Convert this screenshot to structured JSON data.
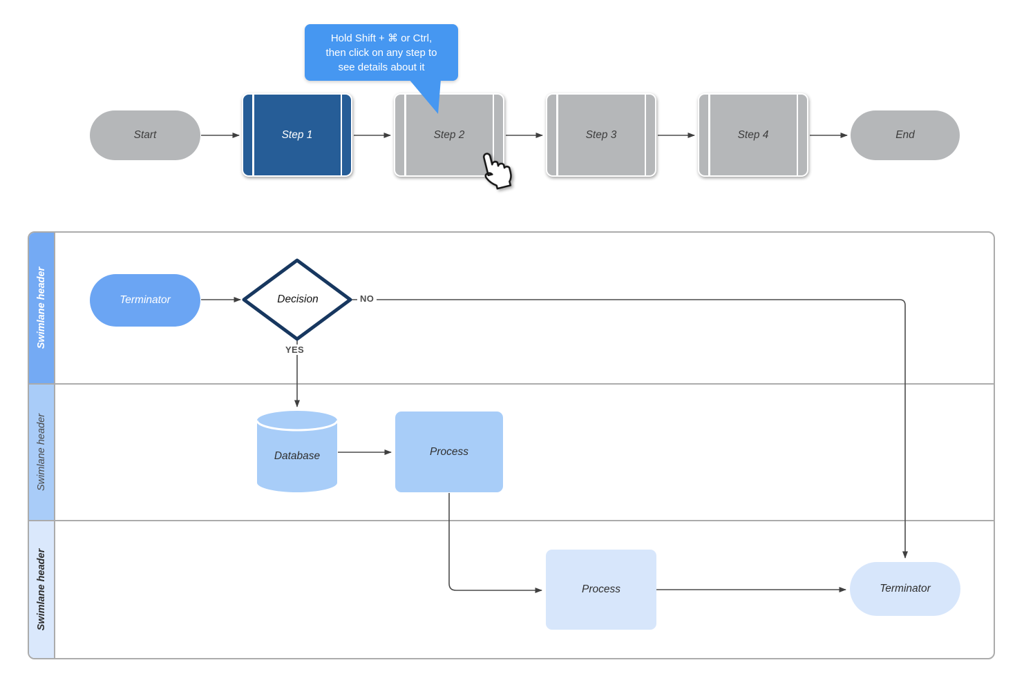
{
  "tooltip": {
    "lines": [
      "Hold Shift + ⌘ or Ctrl,",
      "then click on any step to",
      "see details about it"
    ]
  },
  "top_flow": {
    "nodes": [
      {
        "label": "Start",
        "type": "terminator"
      },
      {
        "label": "Step 1",
        "type": "predefined-process",
        "state": "selected"
      },
      {
        "label": "Step 2",
        "type": "predefined-process"
      },
      {
        "label": "Step 3",
        "type": "predefined-process"
      },
      {
        "label": "Step 4",
        "type": "predefined-process"
      },
      {
        "label": "End",
        "type": "terminator"
      }
    ]
  },
  "swimlane_pool": {
    "lanes": [
      {
        "header": "Swimlane header"
      },
      {
        "header": "Swimlane header"
      },
      {
        "header": "Swimlane header"
      }
    ]
  },
  "flowchart": {
    "terminator_in": "Terminator",
    "decision": "Decision",
    "database": "Database",
    "process_mid": "Process",
    "process_bottom": "Process",
    "terminator_out": "Terminator",
    "edge_labels": {
      "no": "NO",
      "yes": "YES"
    }
  },
  "icons": {
    "hand_cursor": "pointer-hand"
  },
  "colors": {
    "tooltip_blue": "#4697f1",
    "step_selected_blue": "#265d97",
    "step_gray": "#b5b7b9",
    "lane1_header_blue": "#74aaf4",
    "lane2_header_blue": "#a9ccf8",
    "lane3_header_blue": "#dae8fc",
    "shape_blue": "#6ba5f3",
    "shape_light_blue": "#a8cdf8",
    "shape_pale_blue": "#d7e6fb",
    "decision_border_navy": "#17375f",
    "pool_border_gray": "#ababab",
    "connector_dark": "#4a4a4a"
  }
}
